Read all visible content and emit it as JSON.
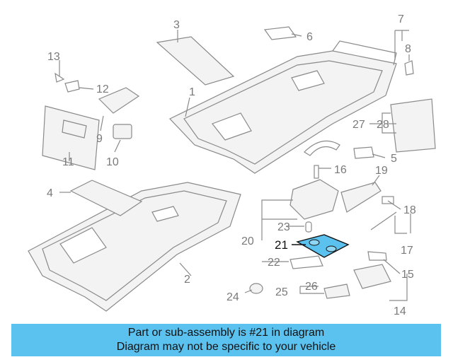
{
  "diagram": {
    "labels": [
      "1",
      "2",
      "3",
      "4",
      "5",
      "6",
      "7",
      "8",
      "9",
      "10",
      "11",
      "12",
      "13",
      "14",
      "15",
      "16",
      "17",
      "18",
      "19",
      "20",
      "21",
      "22",
      "23",
      "24",
      "25",
      "26",
      "27",
      "28"
    ],
    "highlight_label": "21",
    "highlight_color": "#5bc1ef"
  },
  "banner": {
    "line1": "Part or sub-assembly is #21 in diagram",
    "line2": "Diagram may not be specific to your vehicle",
    "background": "#5bc1ef"
  }
}
